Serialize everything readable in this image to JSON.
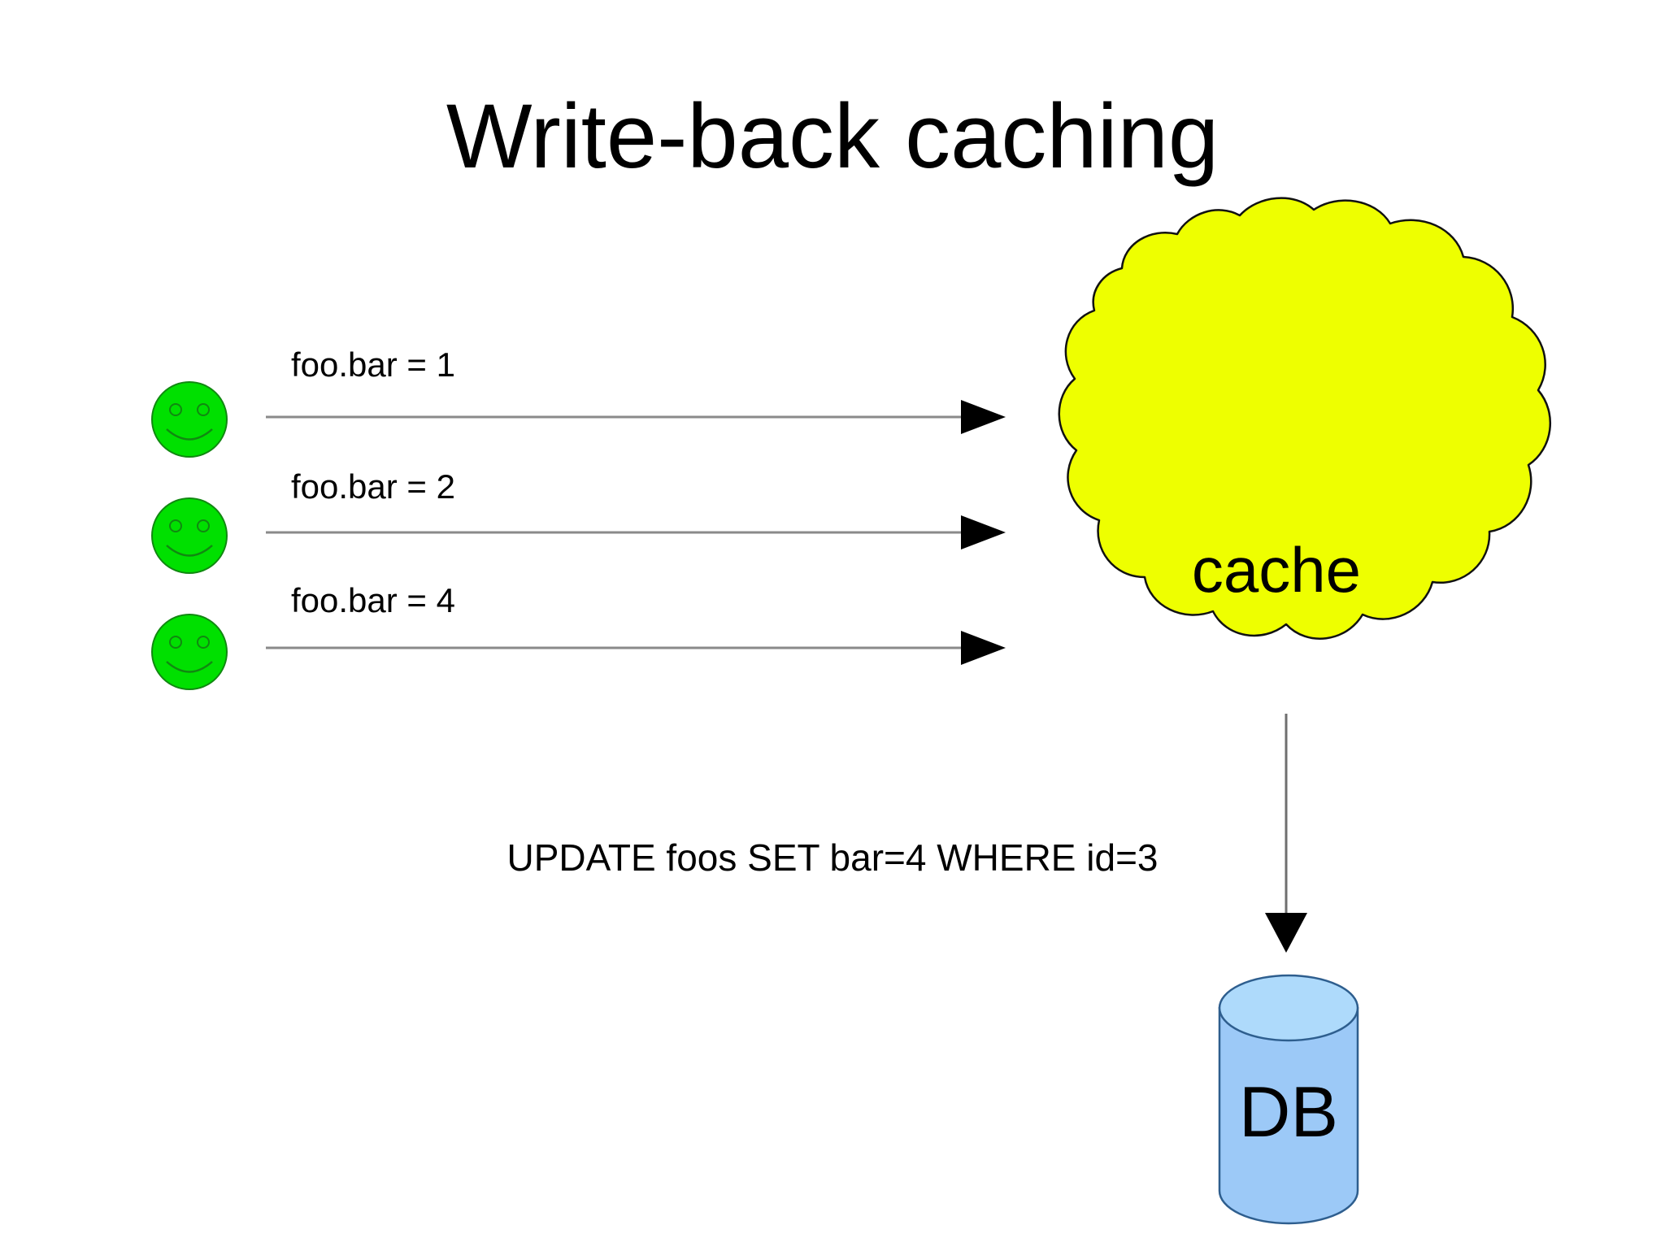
{
  "slide": {
    "title": "Write-back caching",
    "background_color": "#ffffff"
  },
  "clients": [
    {
      "name": "client-1",
      "icon": "smiley-face-icon",
      "color": "#00E000",
      "outline": "#118811"
    },
    {
      "name": "client-2",
      "icon": "smiley-face-icon",
      "color": "#00E000",
      "outline": "#118811"
    },
    {
      "name": "client-3",
      "icon": "smiley-face-icon",
      "color": "#00E000",
      "outline": "#118811"
    }
  ],
  "write_arrows": [
    {
      "label": "foo.bar = 1",
      "from": "client-1",
      "to": "cache"
    },
    {
      "label": "foo.bar = 2",
      "from": "client-2",
      "to": "cache"
    },
    {
      "label": "foo.bar = 4",
      "from": "client-3",
      "to": "cache"
    }
  ],
  "cache": {
    "label": "cache",
    "shape": "cloud",
    "fill_color": "#EEFF00",
    "outline_color": "#111111"
  },
  "flush_arrow": {
    "label": "UPDATE foos SET bar=4 WHERE id=3",
    "from": "cache",
    "to": "database"
  },
  "database": {
    "label": "DB",
    "shape": "cylinder",
    "fill_color": "#9CC9F7",
    "top_fill_color": "#AEDAFB",
    "outline_color": "#2E5E8E"
  },
  "arrow_style": {
    "line_color": "#808080",
    "head_color": "#000000"
  }
}
